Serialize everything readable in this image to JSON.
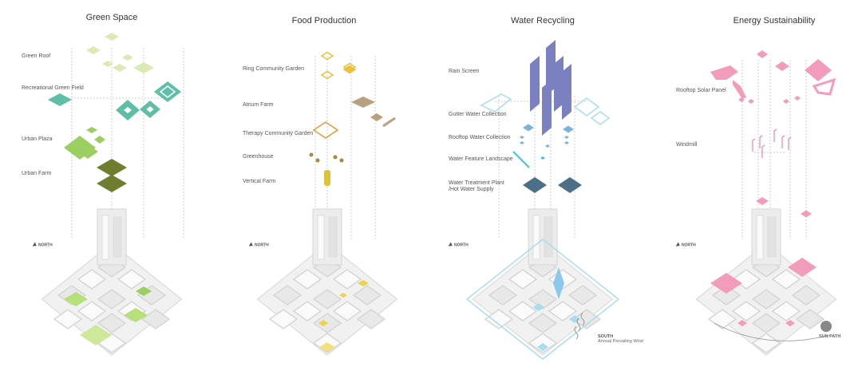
{
  "panels": [
    {
      "title": "Green Space",
      "labels": [
        "Green Roof",
        "Recreational Green Field",
        "Urban Plaza",
        "Urban Farm"
      ],
      "north": "NORTH",
      "colors": [
        "#dbe9b4",
        "#5fbfa6",
        "#9ccf62",
        "#6e7d2e"
      ]
    },
    {
      "title": "Food Production",
      "labels": [
        "Ring Community Garden",
        "Atrium Farm",
        "Therapy  Community Garden",
        "Greenhouse",
        "Vertical Farm"
      ],
      "north": "NORTH",
      "colors": [
        "#e7c23a",
        "#b9a07e",
        "#e79a32",
        "#a48a3a",
        "#e2c13a"
      ]
    },
    {
      "title": "Water Recycling",
      "labels": [
        "Rain Screen",
        "Gutter Water Collection",
        "Rooftop Water Collection",
        "Water Feature Landscape",
        "Water Treatment Plant",
        "/Hot Water Supply"
      ],
      "north": "NORTH",
      "south": "SOUTH",
      "wind": "Annual Prevailing Wind",
      "colors": [
        "#7a80c0",
        "#a9dcef",
        "#7ab4d8",
        "#4bbfd6",
        "#4a6f87"
      ]
    },
    {
      "title": "Energy Sustainability",
      "labels": [
        "Rooftop Solar Panel",
        "Windmill"
      ],
      "north": "NORTH",
      "sun_path": "SUN PATH",
      "colors": [
        "#f29bbb",
        "#e06a98"
      ]
    }
  ]
}
